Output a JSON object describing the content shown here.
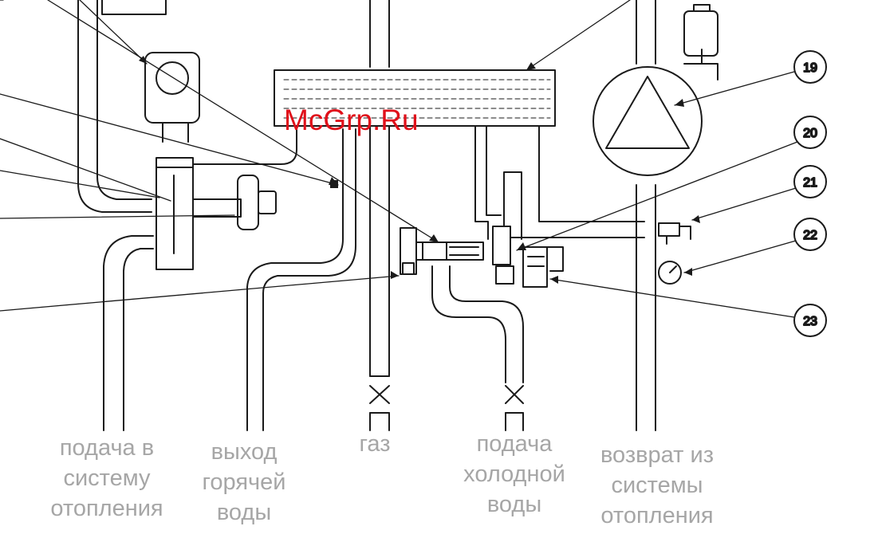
{
  "watermark": "McGrp.Ru",
  "callouts": [
    "19",
    "20",
    "21",
    "22",
    "23"
  ],
  "bottom_labels": {
    "heating_supply": [
      "подача в",
      "систему",
      "отопления"
    ],
    "hot_water_out": [
      "выход",
      "горячей",
      "воды"
    ],
    "gas": [
      "газ"
    ],
    "cold_water_in": [
      "подача",
      "холодной",
      "воды"
    ],
    "heating_return": [
      "возврат из",
      "системы",
      "отопления"
    ]
  },
  "colors": {
    "line": "#1a1a1a",
    "label": "#a6a6a6",
    "watermark": "#e0101a"
  }
}
